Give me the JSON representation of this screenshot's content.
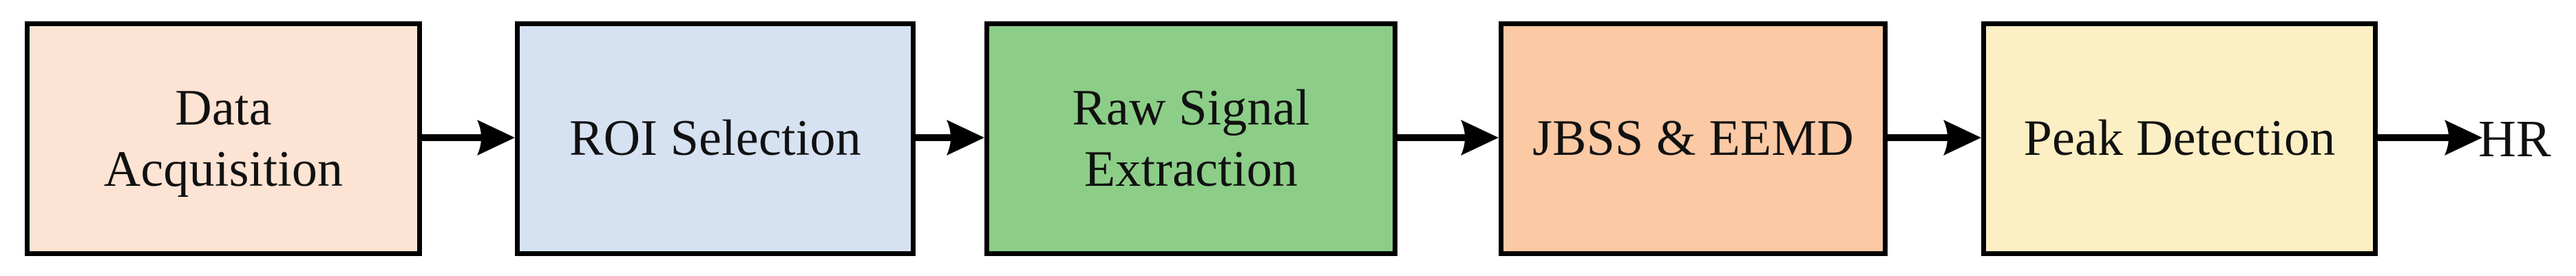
{
  "diagram": {
    "type": "horizontal-process-flow",
    "title": "",
    "background_color": "#ffffff",
    "border_color": "#000000",
    "text_color": "#111111",
    "arrow_color": "#000000",
    "nodes": [
      {
        "id": "data-acquisition",
        "label": "Data\nAcquisition",
        "fill": "#fde3d3",
        "lines": 2
      },
      {
        "id": "roi-selection",
        "label": "ROI Selection",
        "fill": "#d6e2f2",
        "lines": 1
      },
      {
        "id": "raw-signal-extraction",
        "label": "Raw Signal\nExtraction",
        "fill": "#8cce87",
        "lines": 2
      },
      {
        "id": "jbss-eemd",
        "label": "JBSS & EEMD",
        "fill": "#fbc9a4",
        "lines": 1
      },
      {
        "id": "peak-detection",
        "label": "Peak Detection",
        "fill": "#fdefc4",
        "lines": 1
      }
    ],
    "output": {
      "id": "hr-output",
      "label": "HR"
    },
    "edges": [
      {
        "from": "data-acquisition",
        "to": "roi-selection",
        "label": ""
      },
      {
        "from": "roi-selection",
        "to": "raw-signal-extraction",
        "label": ""
      },
      {
        "from": "raw-signal-extraction",
        "to": "jbss-eemd",
        "label": ""
      },
      {
        "from": "jbss-eemd",
        "to": "peak-detection",
        "label": ""
      },
      {
        "from": "peak-detection",
        "to": "hr-output",
        "label": ""
      }
    ]
  }
}
